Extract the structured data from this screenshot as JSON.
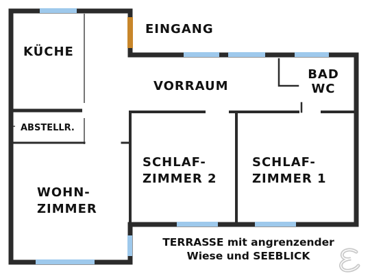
{
  "rooms": {
    "kueche": "KÜCHE",
    "abstell": "ABSTELLR.",
    "wohn_line1": "WOHN-",
    "wohn_line2": "ZIMMER",
    "eingang": "EINGANG",
    "vorraum": "VORRAUM",
    "bad_line1": "BAD",
    "bad_line2": "WC",
    "schlaf2_line1": "SCHLAF-",
    "schlaf2_line2": "ZIMMER 2",
    "schlaf1_line1": "SCHLAF-",
    "schlaf1_line2": "ZIMMER 1"
  },
  "terrace": {
    "line1": "TERRASSE mit angrenzender",
    "line2": "Wiese und SEEBLICK"
  },
  "colors": {
    "wall": "#2b2b2b",
    "window": "#9ec9ec",
    "door": "#c8862a",
    "logo": "#c9c9c9"
  }
}
